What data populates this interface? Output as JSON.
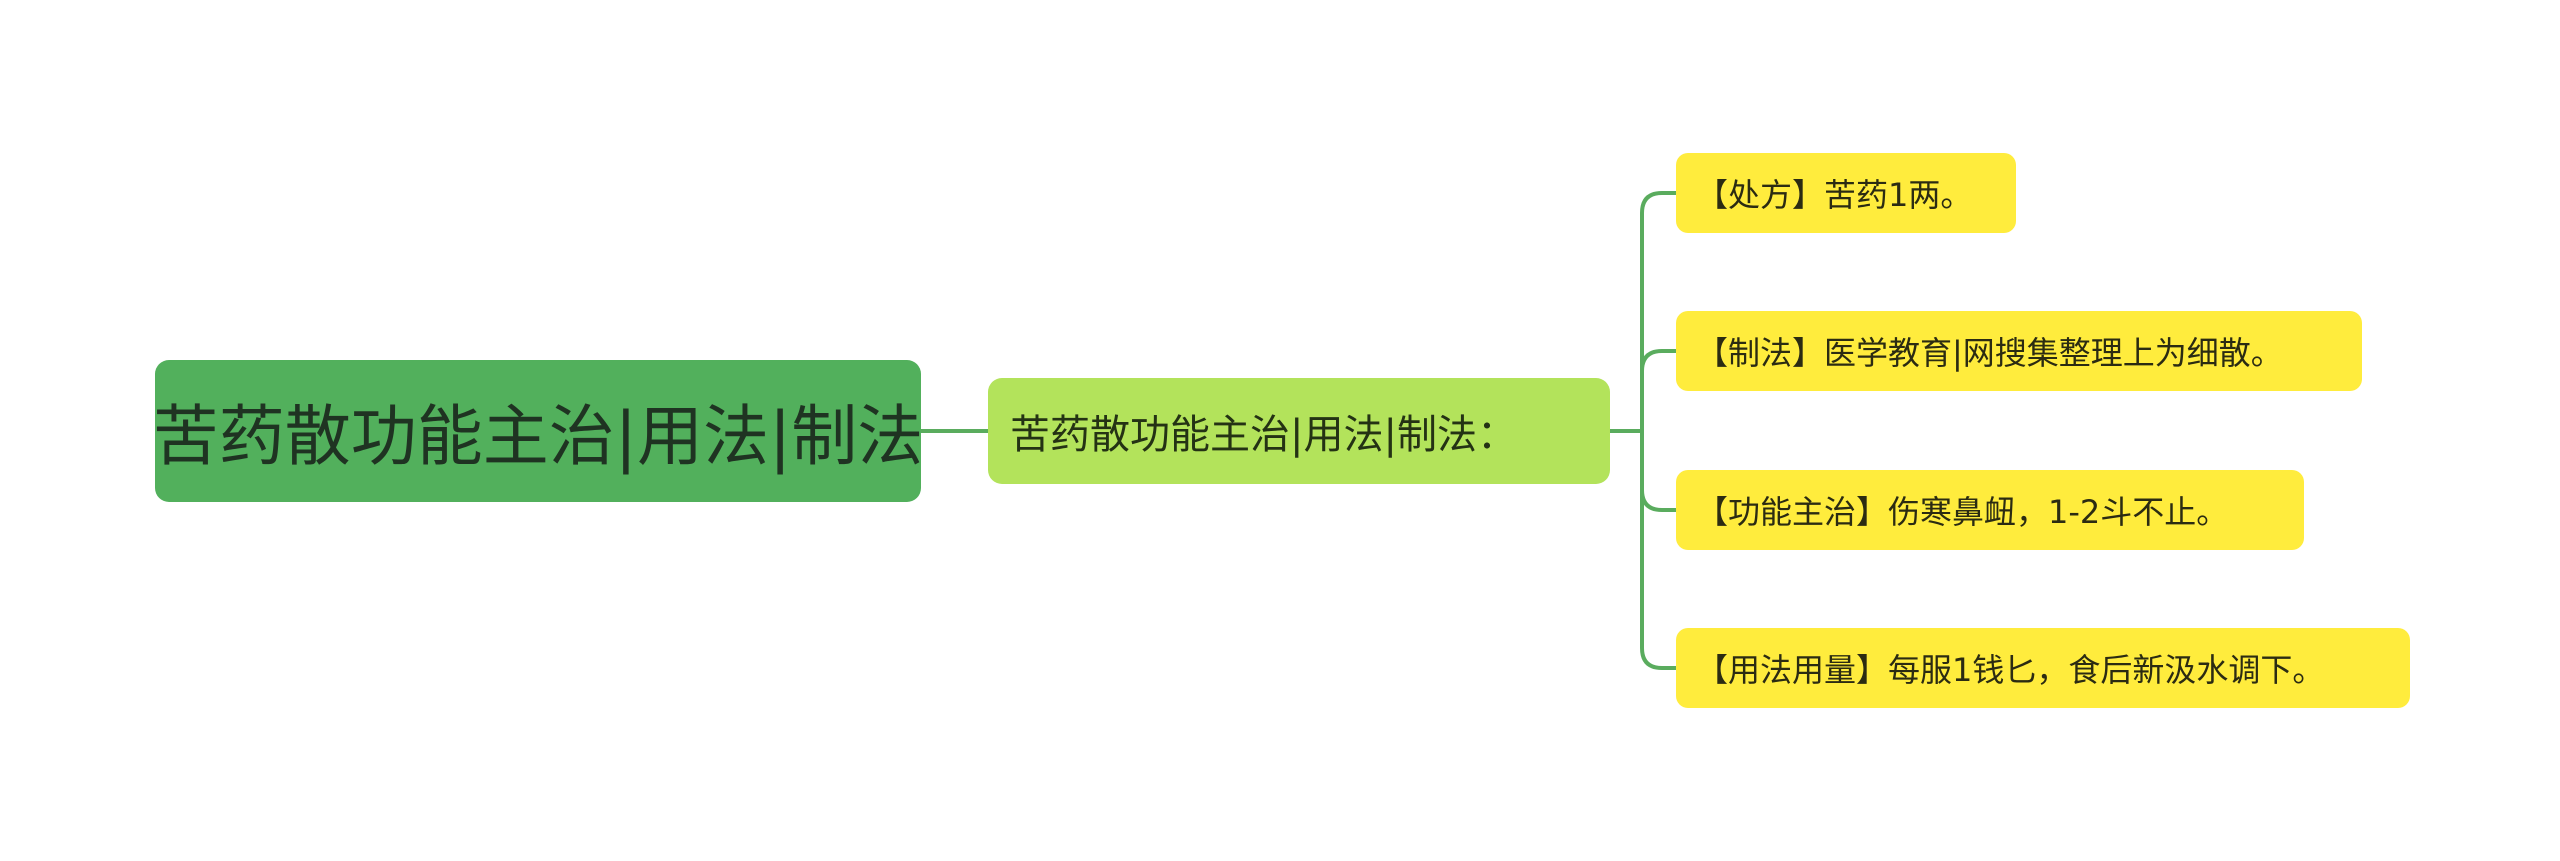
{
  "mindmap": {
    "root": {
      "label": "苦药散功能主治|用法|制法"
    },
    "branch": {
      "label": "苦药散功能主治|用法|制法："
    },
    "leaves": [
      {
        "label": "【处方】苦药1两。"
      },
      {
        "label": "【制法】医学教育|网搜集整理上为细散。"
      },
      {
        "label": "【功能主治】伤寒鼻衄，1-2斗不止。"
      },
      {
        "label": "【用法用量】每服1钱匕，食后新汲水调下。"
      }
    ]
  },
  "colors": {
    "root_fill": "#52b05c",
    "branch_fill": "#b3e35b",
    "leaf_fill": "#ffec3d",
    "connector": "#5aac5e"
  }
}
